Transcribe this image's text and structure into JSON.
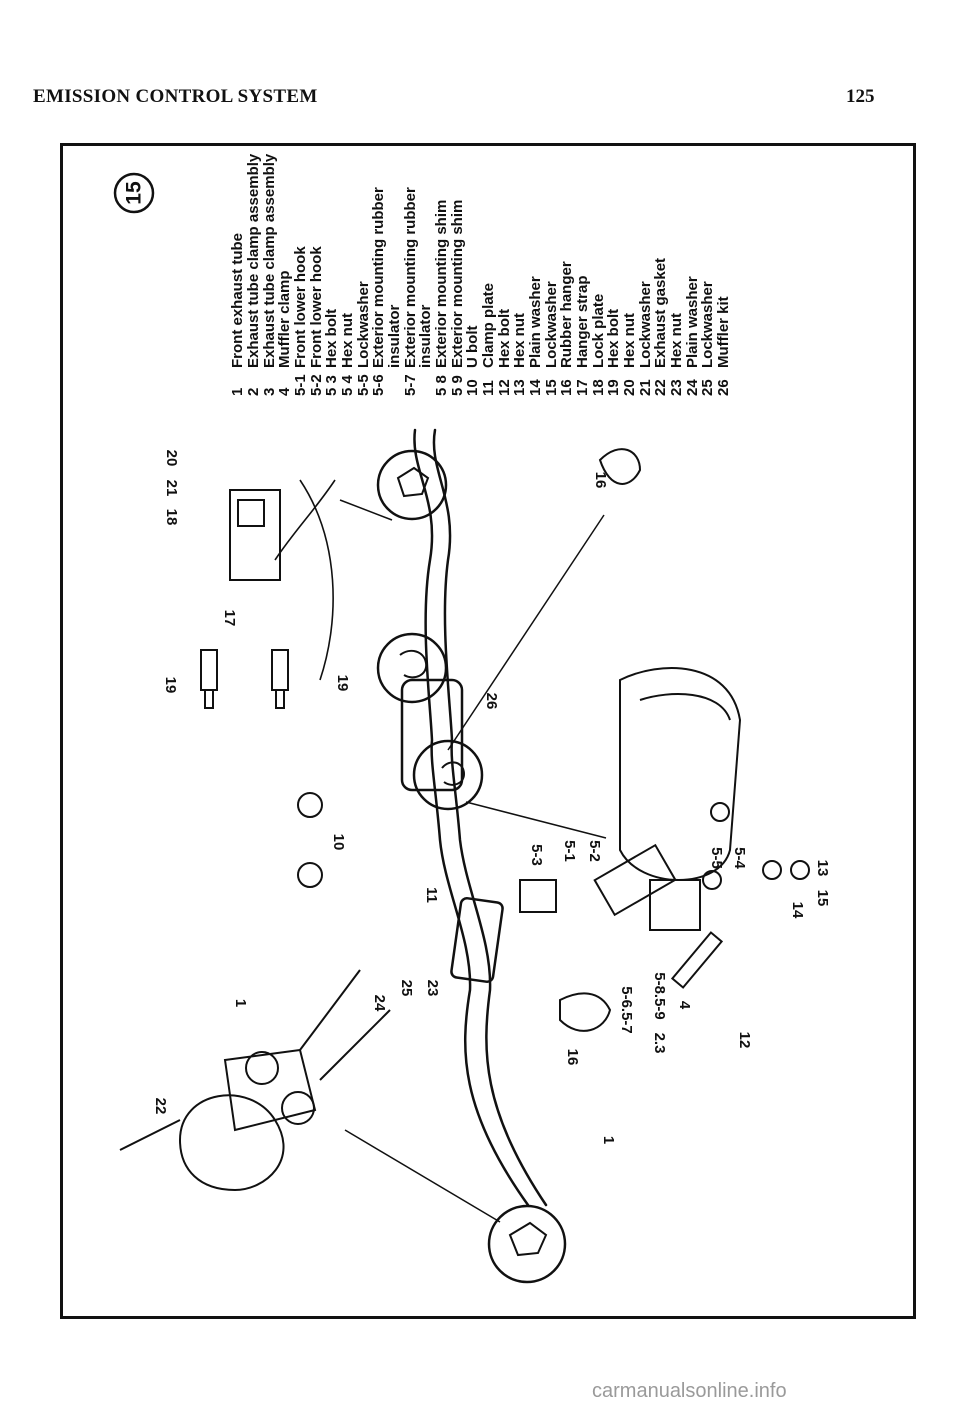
{
  "header": {
    "title": "EMISSION CONTROL SYSTEM",
    "page_number": "125"
  },
  "figure": {
    "number": "15",
    "callouts": [
      "19",
      "18",
      "21",
      "20",
      "17",
      "19",
      "10",
      "11",
      "26",
      "16",
      "22",
      "1",
      "24",
      "25",
      "23",
      "16",
      "1",
      "5-3",
      "5-1",
      "5-2",
      "5-6.5-7",
      "2.3",
      "5-8.5-9",
      "4",
      "12",
      "5-5",
      "5-4",
      "14",
      "15",
      "13"
    ]
  },
  "legend": [
    {
      "num": "1",
      "label": "Front exhaust tube"
    },
    {
      "num": "2",
      "label": "Exhaust tube clamp assembly"
    },
    {
      "num": "3",
      "label": "Exhaust tube clamp assembly"
    },
    {
      "num": "4",
      "label": "Muffler clamp"
    },
    {
      "num": "5-1",
      "label": "Front lower hook"
    },
    {
      "num": "5-2",
      "label": "Front lower hook"
    },
    {
      "num": "5 3",
      "label": "Hex bolt"
    },
    {
      "num": "5 4",
      "label": "Hex nut"
    },
    {
      "num": "5-5",
      "label": "Lockwasher"
    },
    {
      "num": "5-6",
      "label": "Exterior mounting rubber"
    },
    {
      "num": "",
      "label": "insulator"
    },
    {
      "num": "5-7",
      "label": "Exterior mounting rubber"
    },
    {
      "num": "",
      "label": "insulator"
    },
    {
      "num": "5 8",
      "label": "Exterior mounting shim"
    },
    {
      "num": "5 9",
      "label": "Exterior mounting shim"
    },
    {
      "num": "10",
      "label": "U bolt"
    },
    {
      "num": "11",
      "label": "Clamp plate"
    },
    {
      "num": "12",
      "label": "Hex bolt"
    },
    {
      "num": "13",
      "label": "Hex nut"
    },
    {
      "num": "14",
      "label": "Plain washer"
    },
    {
      "num": "15",
      "label": "Lockwasher"
    },
    {
      "num": "16",
      "label": "Rubber hanger"
    },
    {
      "num": "17",
      "label": "Hanger strap"
    },
    {
      "num": "18",
      "label": "Lock plate"
    },
    {
      "num": "19",
      "label": "Hex bolt"
    },
    {
      "num": "20",
      "label": "Hex nut"
    },
    {
      "num": "21",
      "label": "Lockwasher"
    },
    {
      "num": "22",
      "label": "Exhaust gasket"
    },
    {
      "num": "23",
      "label": "Hex nut"
    },
    {
      "num": "24",
      "label": "Plain washer"
    },
    {
      "num": "25",
      "label": "Lockwasher"
    },
    {
      "num": "26",
      "label": "Muffler kit"
    }
  ],
  "watermark": "carmanualsonline.info"
}
